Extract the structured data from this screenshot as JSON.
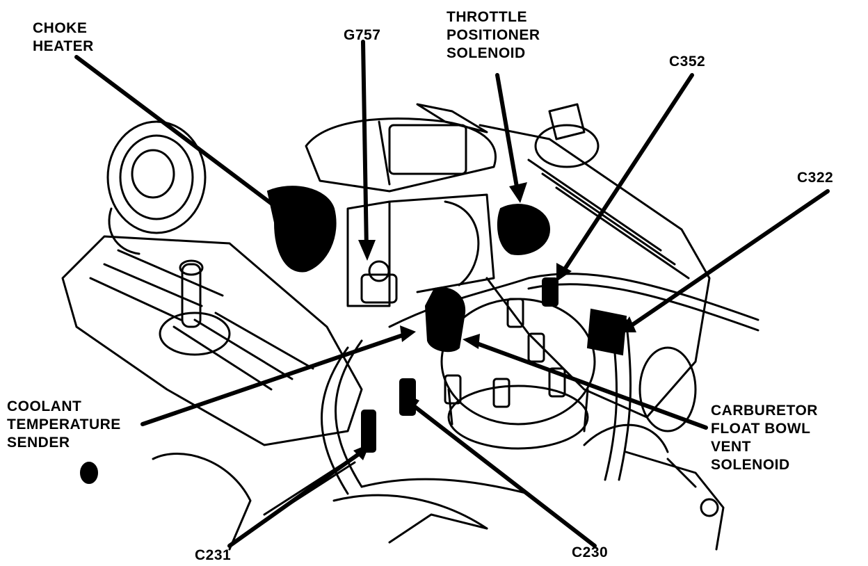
{
  "colors": {
    "ink": "#000000",
    "paper": "#ffffff"
  },
  "labels": {
    "choke_heater": [
      "CHOKE",
      "HEATER"
    ],
    "g757": [
      "G757"
    ],
    "throttle_positioner_solenoid": [
      "THROTTLE",
      "POSITIONER",
      "SOLENOID"
    ],
    "c352": [
      "C352"
    ],
    "c322": [
      "C322"
    ],
    "coolant_temperature_sender": [
      "COOLANT",
      "TEMPERATURE",
      "SENDER"
    ],
    "carburetor_float_bowl_vent_solenoid": [
      "CARBURETOR",
      "FLOAT BOWL",
      "VENT",
      "SOLENOID"
    ],
    "c231": [
      "C231"
    ],
    "c230": [
      "C230"
    ]
  }
}
